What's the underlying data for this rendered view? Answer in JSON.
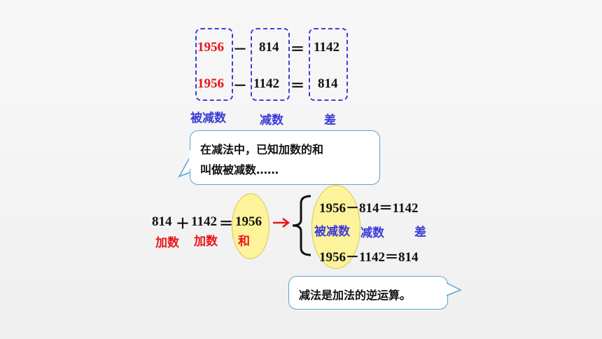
{
  "top_equations": {
    "row1": {
      "minuend": "1956",
      "op": "－",
      "subtrahend": "814",
      "eq": "＝",
      "difference": "1142"
    },
    "row2": {
      "minuend": "1956",
      "op": "－",
      "subtrahend": "1142",
      "eq": "＝",
      "difference": "814"
    }
  },
  "top_labels": {
    "minuend": "被减数",
    "subtrahend": "减数",
    "difference": "差"
  },
  "bubble1": {
    "line1": "在减法中，已知加数的和",
    "line2": "叫做被减数……"
  },
  "addition": {
    "a": "814",
    "plus": "＋",
    "b": "1142",
    "eq": "＝",
    "sum": "1956",
    "labels": {
      "a": "加数",
      "b": "加数",
      "sum": "和"
    }
  },
  "derived": {
    "eq1": "1956－814＝1142",
    "eq2": "1956－1142＝814",
    "labels": {
      "minuend": "被减数",
      "subtrahend": "减数",
      "difference": "差"
    }
  },
  "bubble2": {
    "text": "减法是加法的逆运算。"
  },
  "colors": {
    "red": "#e8141b",
    "blue": "#3a3ad8",
    "dashed_box": "#3b40d6",
    "ellipse": "#fdf39a",
    "bubble_border": "#5aa5d0"
  }
}
